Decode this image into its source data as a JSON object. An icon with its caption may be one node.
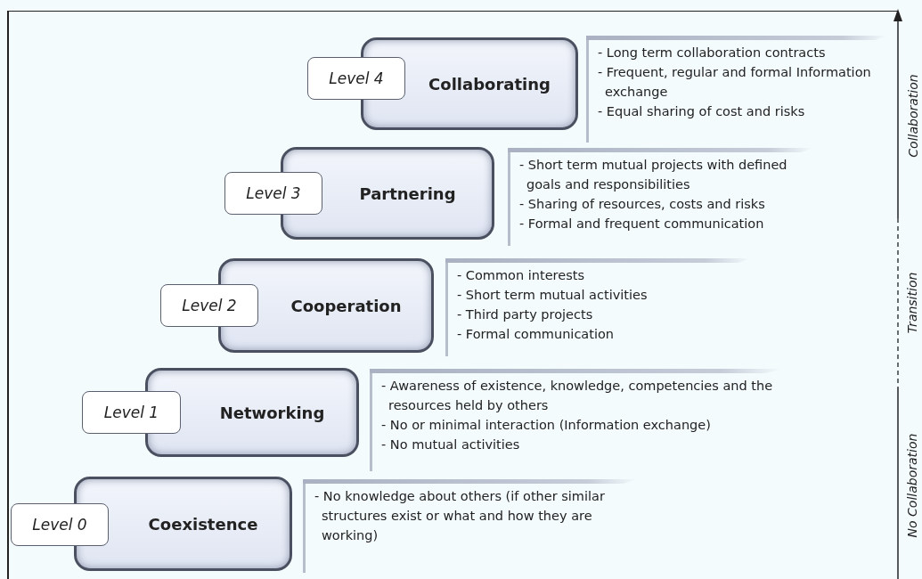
{
  "diagram": {
    "nodes": [
      {
        "text": [
          "Level 4"
        ]
      },
      {
        "text": [
          "Collaborating"
        ],
        "beside": [
          "- Long term collaboration contracts",
          "- Frequent, regular and formal Information exchange",
          "- Equal sharing of cost and risks"
        ]
      },
      {
        "text": [
          "Level 3"
        ]
      },
      {
        "text": [
          "Partnering"
        ],
        "beside": [
          "- Short term mutual projects with defined goals and responsibilities",
          "- Sharing of resources, costs and risks",
          "- Formal and frequent communication"
        ]
      },
      {
        "text": [
          "Level 2"
        ]
      },
      {
        "text": [
          "Cooperation"
        ],
        "beside": [
          "- Common interests",
          "- Short term mutual activities",
          "- Third party projects",
          "- Formal communication"
        ]
      },
      {
        "text": [
          "Level 1"
        ]
      },
      {
        "text": [
          "Networking"
        ],
        "beside": [
          "- Awareness of existence, knowledge, competencies and the resources held by others",
          "- No or minimal interaction (Information exchange)",
          "- No mutual activities"
        ]
      },
      {
        "text": [
          "Level 0"
        ]
      },
      {
        "text": [
          "Coexistence"
        ],
        "beside": [
          "- No knowledge about others (if other similar structures exist or what and how they are working)"
        ]
      }
    ],
    "edges": [],
    "labels": [
      "Collaboration",
      "Transition",
      "No Collaboration"
    ]
  }
}
